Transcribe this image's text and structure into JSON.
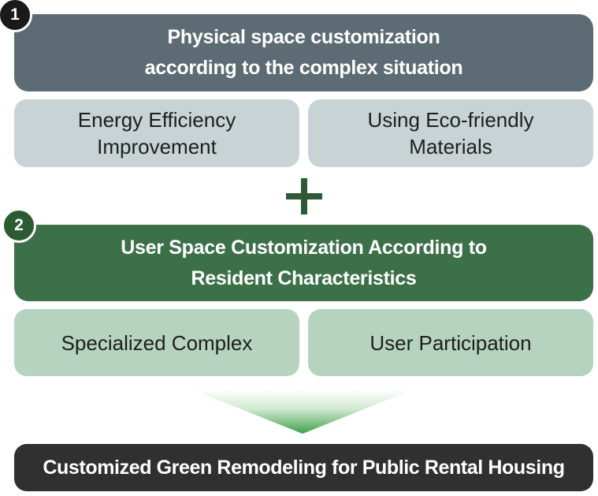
{
  "step1": {
    "badge": "1",
    "title_line1": "Physical space customization",
    "title_line2": "according to the complex situation",
    "items": [
      {
        "line1": "Energy Efficiency",
        "line2": "Improvement"
      },
      {
        "line1": "Using Eco-friendly",
        "line2": "Materials"
      }
    ],
    "color": "#5d6b74",
    "item_color": "#c8d3d6"
  },
  "step2": {
    "badge": "2",
    "title_line1": "User Space Customization According to",
    "title_line2": "Resident Characteristics",
    "items": [
      {
        "label": "Specialized Complex"
      },
      {
        "label": "User Participation"
      }
    ],
    "color": "#3c7049",
    "item_color": "#b6d3c0"
  },
  "connector_icon": "plus-icon",
  "flow_icon": "down-arrow-gradient-icon",
  "result": {
    "label": "Customized Green Remodeling for Public Rental Housing",
    "color": "#303030"
  }
}
